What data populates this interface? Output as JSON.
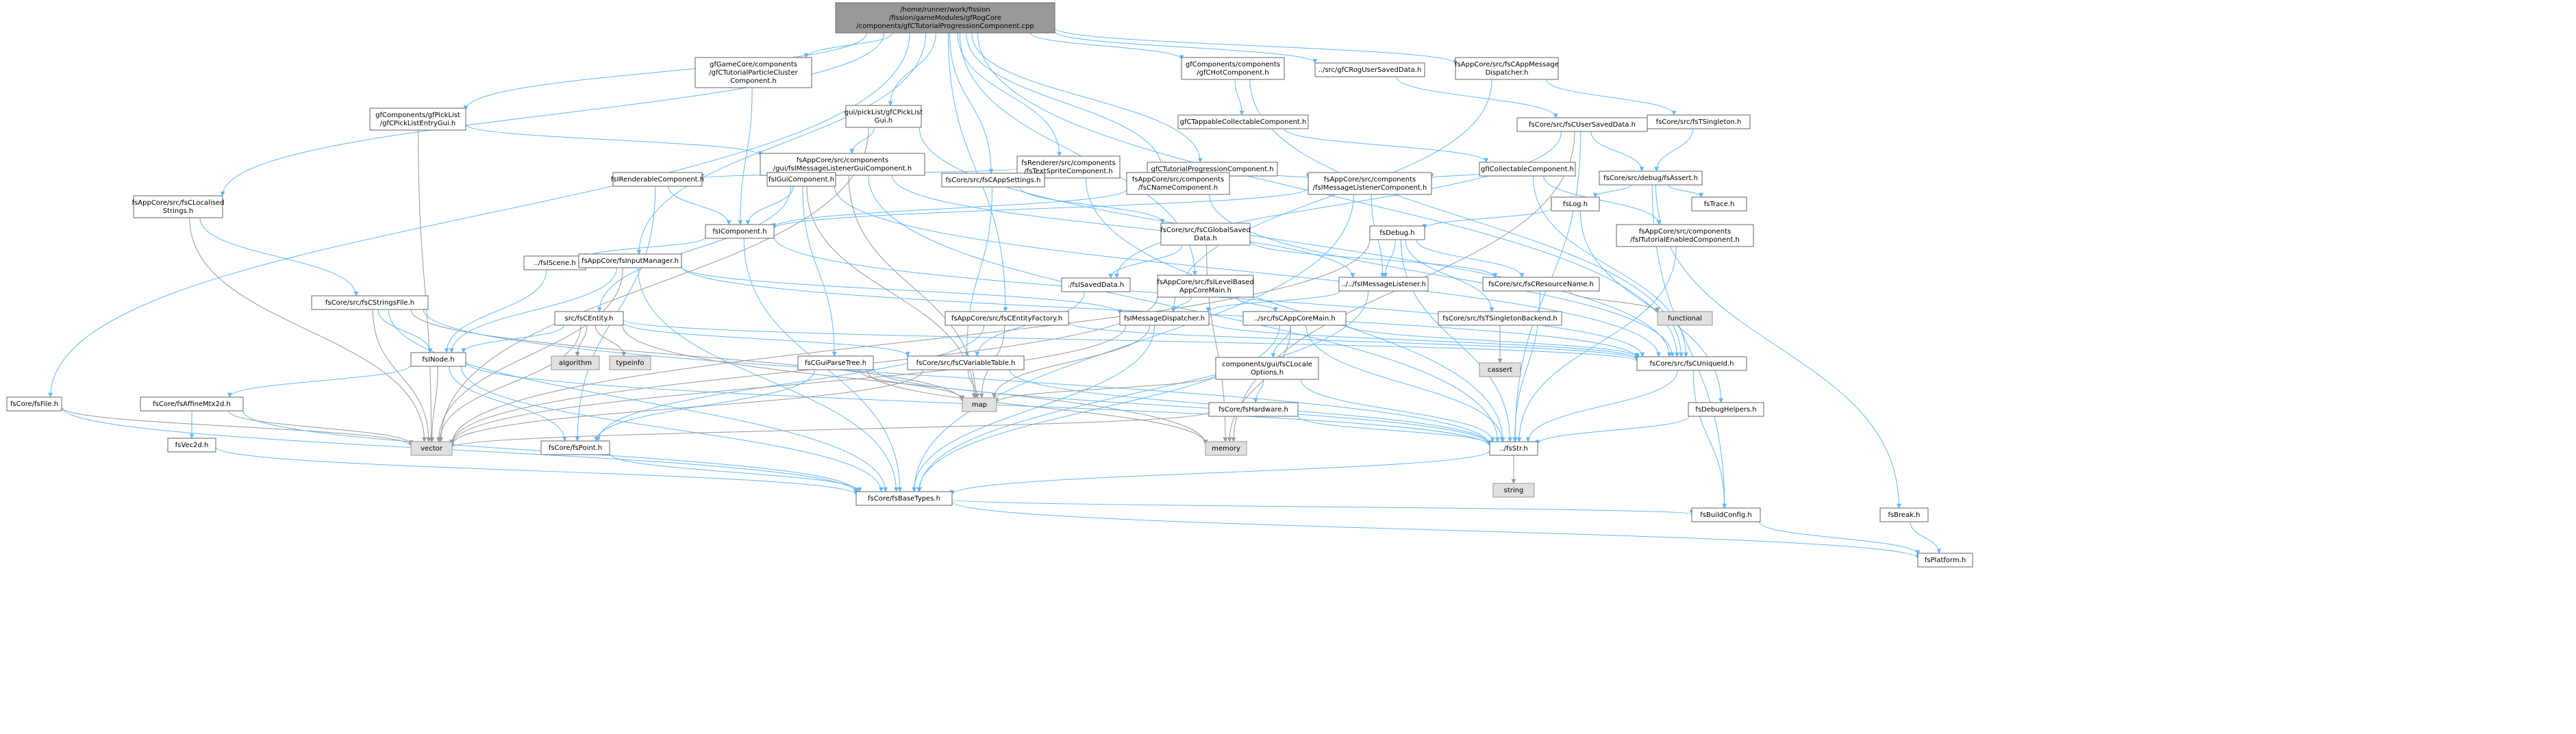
{
  "nodes": {
    "root": [
      "/home/runner/work/fission",
      "/fission/gameModules/gfRogCore",
      "/components/gfCTutorialProgressionComponent.cpp"
    ],
    "gameCorePCC": [
      "gfGameCore/components",
      "/gfCTutorialParticleCluster",
      "Component.h"
    ],
    "pickListGui": [
      "gui/pickList/gfCPickList",
      "Gui.h"
    ],
    "rendererText": [
      "fsRenderer/src/components",
      "/fsTextSpriteComponent.h"
    ],
    "hotComp": [
      "gfComponents/components",
      "/gfCHotComponent.h"
    ],
    "rogUserSaved": [
      "../src/gfCRogUserSavedData.h"
    ],
    "appMsgDisp": [
      "fsAppCore/src/fsCAppMessage",
      "Dispatcher.h"
    ],
    "gfCPickListEntry": [
      "gfComponents/gfPickList",
      "/gfCPickListEntryGui.h"
    ],
    "tappable": [
      "gfCTappableCollectableComponent.h"
    ],
    "userSaved": [
      "fsCore/src/fsCUserSavedData.h"
    ],
    "tSingleton": [
      "fsCore/src/fsTSingleton.h"
    ],
    "msgListenerGui": [
      "fsAppCore/src/components",
      "/gui/fsIMessageListenerGuiComponent.h"
    ],
    "tutProgComp": [
      "gfCTutorialProgressionComponent.h"
    ],
    "collectable": [
      "gfICollectableComponent.h"
    ],
    "fsAssert": [
      "fsCore/src/debug/fsAssert.h"
    ],
    "renderableComp": [
      "fsIRenderableComponent.h"
    ],
    "guiComp": [
      "fsIGuiComponent.h"
    ],
    "appSettings": [
      "fsCore/src/fsCAppSettings.h"
    ],
    "nameComp": [
      "fsAppCore/src/components",
      "/fsCNameComponent.h"
    ],
    "msgListenerComp": [
      "fsAppCore/src/components",
      "/fsIMessageListenerComponent.h"
    ],
    "fsLog": [
      "fsLog.h"
    ],
    "fsTrace": [
      "fsTrace.h"
    ],
    "localisedStrings": [
      "fsAppCore/src/fsCLocalised",
      "Strings.h"
    ],
    "fsIComponent": [
      "fsIComponent.h"
    ],
    "globalSaved": [
      "fsCore/src/fsCGlobalSaved",
      "Data.h"
    ],
    "fsDebug": [
      "fsDebug.h"
    ],
    "tutEnabled": [
      "fsAppCore/src/components",
      "/fsITutorialEnabledComponent.h"
    ],
    "fsIScene": [
      "../fsIScene.h"
    ],
    "inputMgr": [
      "fsAppCore/fsInputManager.h"
    ],
    "savedData": [
      "./fsISavedData.h"
    ],
    "levelBased": [
      "fsAppCore/src/fsILevelBased",
      "AppCoreMain.h"
    ],
    "msgListener": [
      "../../fsIMessageListener.h"
    ],
    "resourceName": [
      "fsCore/src/fsCResourceName.h"
    ],
    "stringsFile": [
      "fsCore/src/fsCStringsFile.h"
    ],
    "fsCEntity": [
      "src/fsCEntity.h"
    ],
    "entityFactory": [
      "fsAppCore/src/fsCEntityFactory.h"
    ],
    "msgDispatcher": [
      "fsIMessageDispatcher.h"
    ],
    "appCoreMain": [
      "../src/fsCAppCoreMain.h"
    ],
    "singletonBackend": [
      "fsCore/src/fsTSingletonBackend.h"
    ],
    "functional": [
      "functional"
    ],
    "fsINode": [
      "fsINode.h"
    ],
    "algorithm": [
      "algorithm"
    ],
    "typeinfo": [
      "typeinfo"
    ],
    "guiParseTree": [
      "fsCGuiParseTree.h"
    ],
    "variableTable": [
      "fsCore/src/fsCVariableTable.h"
    ],
    "localeOptions": [
      "components/gui/fsCLocale",
      "Options.h"
    ],
    "cassert": [
      "cassert"
    ],
    "uniqueId": [
      "fsCore/src/fsCUniqueId.h"
    ],
    "fsFile": [
      "fsCore/fsFile.h"
    ],
    "affineMtx": [
      "fsCore/fsAffineMtx2d.h"
    ],
    "fsVec2d": [
      "fsVec2d.h"
    ],
    "map": [
      "map"
    ],
    "fsHardware": [
      "fsCore/fsHardware.h"
    ],
    "debugHelpers": [
      "fsDebugHelpers.h"
    ],
    "vector": [
      "vector"
    ],
    "memory": [
      "memory"
    ],
    "fsPoint": [
      "fsCore/fsPoint.h"
    ],
    "fsStr": [
      "../fsStr.h"
    ],
    "string": [
      "string"
    ],
    "baseTypes": [
      "fsCore/fsBaseTypes.h"
    ],
    "buildConfig": [
      "fsBuildConfig.h"
    ],
    "fsBreak": [
      "fsBreak.h"
    ],
    "fsPlatform": [
      "fsPlatform.h"
    ]
  }
}
